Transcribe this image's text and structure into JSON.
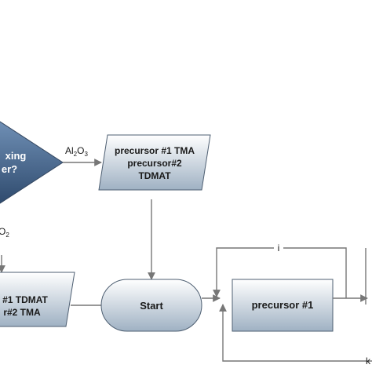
{
  "decision": {
    "line1": "xing",
    "line2": "er?"
  },
  "branch_al2o3": {
    "base": "Al",
    "sub1": "2",
    "mid": "O",
    "sub2": "3"
  },
  "branch_left": {
    "base": "O",
    "sub": "2"
  },
  "precursor_box_top": {
    "line1": "precursor #1 TMA",
    "line2": "precursor#2",
    "line3": "TDMAT"
  },
  "precursor_box_left": {
    "line1": "#1 TDMAT",
    "line2": "r#2 TMA"
  },
  "start": {
    "label": "Start"
  },
  "step_precursor1": {
    "label": "precursor #1"
  },
  "loop_i": {
    "label": "i"
  },
  "loop_k": {
    "label": "k"
  },
  "colors": {
    "shape_top": "#ffffff",
    "shape_bottom": "#9fb1c3",
    "shape_stroke": "#4e5f72",
    "decision_fill": "#4a6c95",
    "arrow": "#777777"
  }
}
